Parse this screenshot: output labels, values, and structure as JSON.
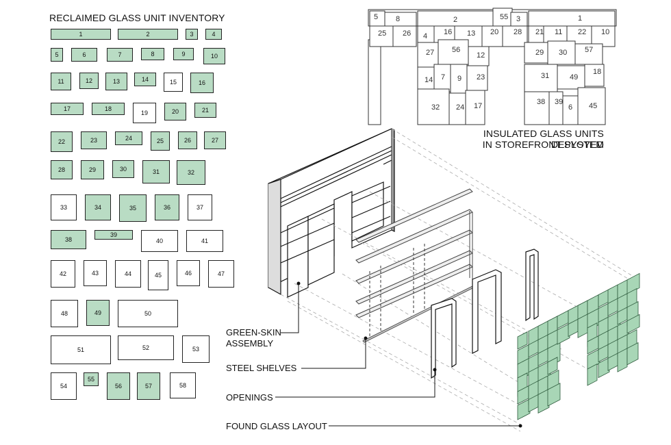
{
  "inventory_title": "RECLAIMED GLASS UNIT INVENTORY",
  "storefront_title_line1": "INSULATED GLASS UNITS DEPLOYED",
  "storefront_title_line2": "IN STOREFRONT SYSTEM",
  "callouts": {
    "green_skin_1": "GREEN-SKIN",
    "green_skin_2": "ASSEMBLY",
    "steel_shelves": "STEEL SHELVES",
    "openings": "OPENINGS",
    "found_glass": "FOUND GLASS LAYOUT"
  },
  "colors": {
    "green_unit": "#b9dcc4",
    "clear_unit": "#ffffff",
    "line": "#222222"
  },
  "inventory_units": [
    {
      "n": "1",
      "green": true
    },
    {
      "n": "2",
      "green": true
    },
    {
      "n": "3",
      "green": true
    },
    {
      "n": "4",
      "green": true
    },
    {
      "n": "5",
      "green": true
    },
    {
      "n": "6",
      "green": true
    },
    {
      "n": "7",
      "green": true
    },
    {
      "n": "8",
      "green": true
    },
    {
      "n": "9",
      "green": true
    },
    {
      "n": "10",
      "green": true
    },
    {
      "n": "11",
      "green": true
    },
    {
      "n": "12",
      "green": true
    },
    {
      "n": "13",
      "green": true
    },
    {
      "n": "14",
      "green": true
    },
    {
      "n": "15",
      "green": false
    },
    {
      "n": "16",
      "green": true
    },
    {
      "n": "17",
      "green": true
    },
    {
      "n": "18",
      "green": true
    },
    {
      "n": "19",
      "green": false
    },
    {
      "n": "20",
      "green": true
    },
    {
      "n": "21",
      "green": true
    },
    {
      "n": "22",
      "green": true
    },
    {
      "n": "23",
      "green": true
    },
    {
      "n": "24",
      "green": true
    },
    {
      "n": "25",
      "green": true
    },
    {
      "n": "26",
      "green": true
    },
    {
      "n": "27",
      "green": true
    },
    {
      "n": "28",
      "green": true
    },
    {
      "n": "29",
      "green": true
    },
    {
      "n": "30",
      "green": true
    },
    {
      "n": "31",
      "green": true
    },
    {
      "n": "32",
      "green": true
    },
    {
      "n": "33",
      "green": false
    },
    {
      "n": "34",
      "green": true
    },
    {
      "n": "35",
      "green": true
    },
    {
      "n": "36",
      "green": true
    },
    {
      "n": "37",
      "green": false
    },
    {
      "n": "38",
      "green": true
    },
    {
      "n": "39",
      "green": true
    },
    {
      "n": "40",
      "green": false
    },
    {
      "n": "41",
      "green": false
    },
    {
      "n": "42",
      "green": false
    },
    {
      "n": "43",
      "green": false
    },
    {
      "n": "44",
      "green": false
    },
    {
      "n": "45",
      "green": false
    },
    {
      "n": "46",
      "green": false
    },
    {
      "n": "47",
      "green": false
    },
    {
      "n": "48",
      "green": false
    },
    {
      "n": "49",
      "green": true
    },
    {
      "n": "50",
      "green": false
    },
    {
      "n": "51",
      "green": false
    },
    {
      "n": "52",
      "green": false
    },
    {
      "n": "53",
      "green": false
    },
    {
      "n": "54",
      "green": false
    },
    {
      "n": "55",
      "green": true
    },
    {
      "n": "56",
      "green": true
    },
    {
      "n": "57",
      "green": true
    },
    {
      "n": "58",
      "green": false
    }
  ],
  "storefront_units": [
    "5",
    "8",
    "2",
    "55",
    "3",
    "1",
    "25",
    "26",
    "4",
    "16",
    "13",
    "20",
    "28",
    "21",
    "11",
    "22",
    "10",
    "27",
    "56",
    "12",
    "29",
    "30",
    "57",
    "14",
    "7",
    "9",
    "23",
    "31",
    "49",
    "18",
    "32",
    "24",
    "17",
    "38",
    "39",
    "6",
    "45"
  ]
}
